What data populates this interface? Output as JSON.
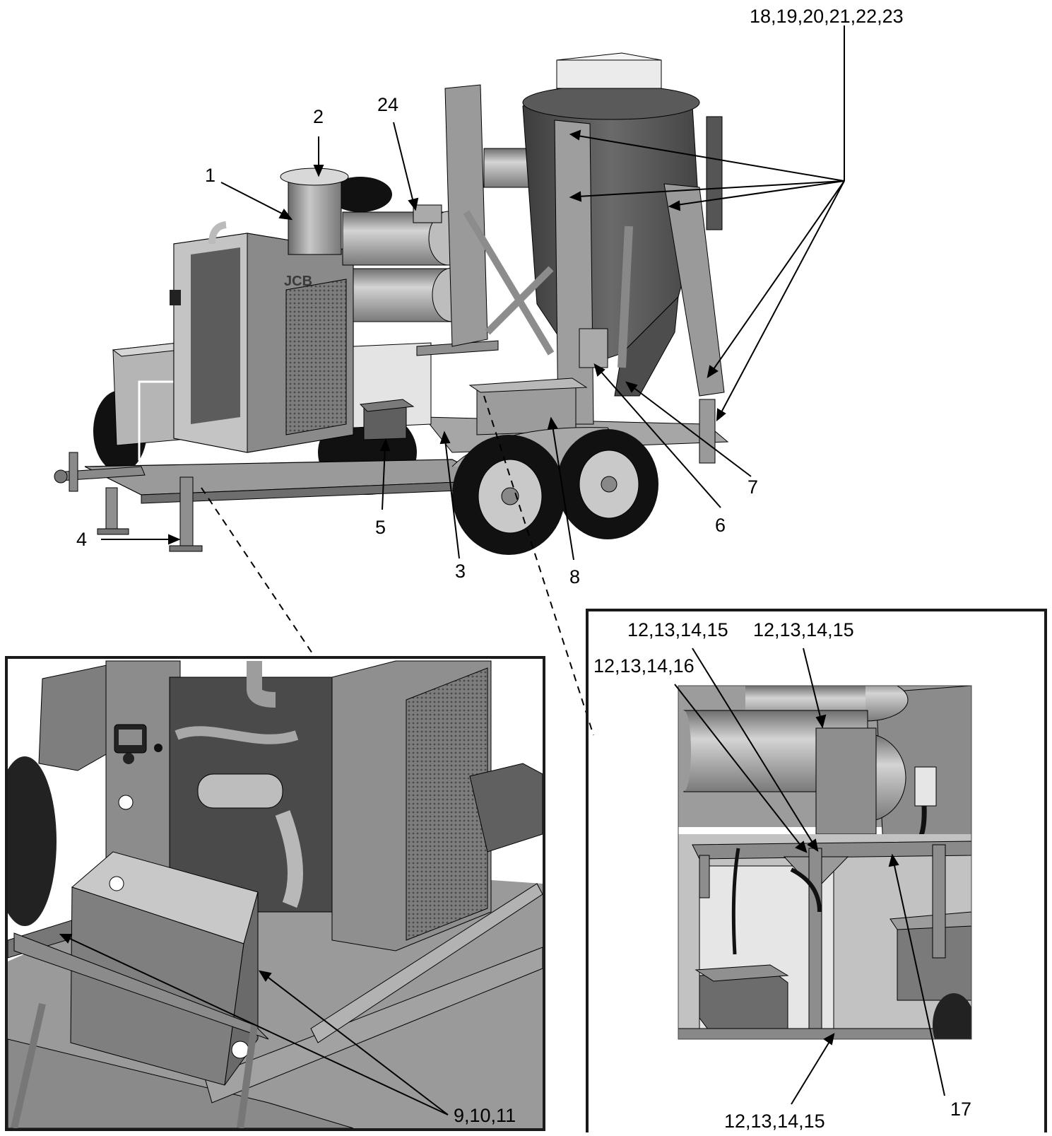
{
  "figure": {
    "logo_text": "JCB",
    "main_view": {
      "callouts": [
        "1",
        "2",
        "3",
        "4",
        "5",
        "6",
        "7",
        "8",
        "24",
        "18,19,20,21,22,23"
      ]
    },
    "detail_left": {
      "callouts": [
        "9,10,11"
      ]
    },
    "detail_right": {
      "callouts": [
        "12,13,14,15",
        "12,13,14,15",
        "12,13,14,16",
        "12,13,14,15",
        "17"
      ]
    }
  },
  "colors": {
    "line": "#000000",
    "body_gray": "#8e8e8e",
    "light_gray": "#c9c9c9",
    "dark_gray": "#555555",
    "tire": "#111111",
    "highlight_box": "#ffffff"
  }
}
